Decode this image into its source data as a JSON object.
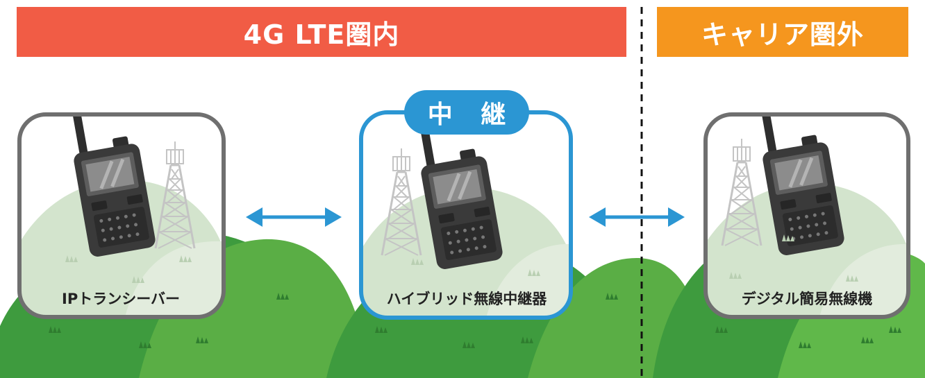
{
  "banners": {
    "lte_coverage": "4G LTE圏内",
    "out_of_carrier": "キャリア圏外"
  },
  "relay_badge": "中 継",
  "devices": {
    "ip_transceiver": "IPトランシーバー",
    "hybrid_relay": "ハイブリッド無線中継器",
    "digital_simple_radio": "デジタル簡易無線機"
  },
  "colors": {
    "lte_banner": "#f15c45",
    "out_banner": "#f5961e",
    "relay_blue": "#2b96d3",
    "box_gray": "#6f6f6f",
    "hill_dark": "#3e9b3e",
    "hill_light": "#60b84a",
    "pale_hill": "#d3e4cd",
    "radio_body": "#3a3a3a"
  }
}
